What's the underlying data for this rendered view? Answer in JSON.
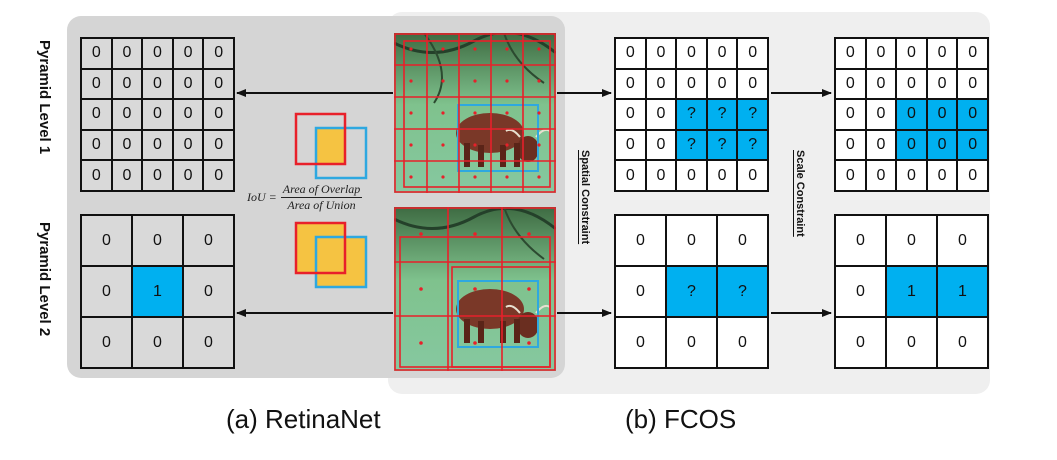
{
  "labels": {
    "pyramid_level_1": "Pyramid Level 1",
    "pyramid_level_2": "Pyramid Level 2",
    "spatial_constraint": "Spatial Constraint",
    "scale_constraint": "Scale Constraint",
    "caption_a": "(a) RetinaNet",
    "caption_b": "(b) FCOS"
  },
  "iou": {
    "lhs": "IoU =",
    "numerator": "Area of Overlap",
    "denominator": "Area of Union"
  },
  "colors": {
    "highlight": "#00b0f0",
    "box_red": "#e8202a",
    "box_blue": "#2ea8e0",
    "overlap_yellow": "#f5c342"
  },
  "grids": {
    "retina_l1": {
      "cells": [
        "0",
        "0",
        "0",
        "0",
        "0",
        "0",
        "0",
        "0",
        "0",
        "0",
        "0",
        "0",
        "0",
        "0",
        "0",
        "0",
        "0",
        "0",
        "0",
        "0",
        "0",
        "0",
        "0",
        "0",
        "0"
      ],
      "highlight": []
    },
    "retina_l2": {
      "cells": [
        "0",
        "0",
        "0",
        "0",
        "1",
        "0",
        "0",
        "0",
        "0"
      ],
      "highlight": [
        4
      ]
    },
    "fcos_spatial_l1": {
      "cells": [
        "0",
        "0",
        "0",
        "0",
        "0",
        "0",
        "0",
        "0",
        "0",
        "0",
        "0",
        "0",
        "?",
        "?",
        "?",
        "0",
        "0",
        "?",
        "?",
        "?",
        "0",
        "0",
        "0",
        "0",
        "0"
      ],
      "highlight": [
        12,
        13,
        14,
        17,
        18,
        19
      ]
    },
    "fcos_spatial_l2": {
      "cells": [
        "0",
        "0",
        "0",
        "0",
        "?",
        "?",
        "0",
        "0",
        "0"
      ],
      "highlight": [
        4,
        5
      ]
    },
    "fcos_scale_l1": {
      "cells": [
        "0",
        "0",
        "0",
        "0",
        "0",
        "0",
        "0",
        "0",
        "0",
        "0",
        "0",
        "0",
        "0",
        "0",
        "0",
        "0",
        "0",
        "0",
        "0",
        "0",
        "0",
        "0",
        "0",
        "0",
        "0"
      ],
      "highlight": [
        12,
        13,
        14,
        17,
        18,
        19
      ]
    },
    "fcos_scale_l2": {
      "cells": [
        "0",
        "0",
        "0",
        "0",
        "1",
        "1",
        "0",
        "0",
        "0"
      ],
      "highlight": [
        4,
        5
      ]
    }
  }
}
